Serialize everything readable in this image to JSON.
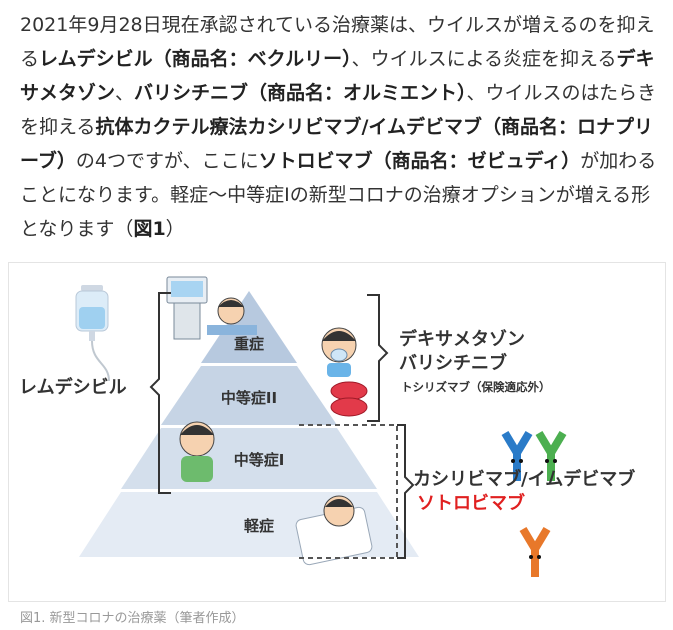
{
  "article": {
    "segments": [
      {
        "text": "2021年9月28日現在承認されている治療薬は、ウイルスが増えるのを抑える",
        "bold": false
      },
      {
        "text": "レムデシビル（商品名：ベクルリー）",
        "bold": true
      },
      {
        "text": "、ウイルスによる炎症を抑える",
        "bold": false
      },
      {
        "text": "デキサメタゾン",
        "bold": true
      },
      {
        "text": "、",
        "bold": false
      },
      {
        "text": "バリシチニブ（商品名：オルミエント）",
        "bold": true
      },
      {
        "text": "、ウイルスのはたらきを抑える",
        "bold": false
      },
      {
        "text": "抗体カクテル療法カシリビマブ/イムデビマブ（商品名：ロナプリーブ）",
        "bold": true
      },
      {
        "text": "の4つですが、ここに",
        "bold": false
      },
      {
        "text": "ソトロビマブ（商品名：ゼビュディ）",
        "bold": true
      },
      {
        "text": "が加わることになります。軽症～中等症Iの新型コロナの治療オプションが増える形となります（",
        "bold": false
      },
      {
        "text": "図1",
        "bold": true
      },
      {
        "text": "）",
        "bold": false
      }
    ]
  },
  "figure": {
    "levels": {
      "severe": "重症",
      "moderate2": "中等症II",
      "moderate1": "中等症I",
      "mild": "軽症"
    },
    "left_drug": "レムデシビル",
    "right_top": {
      "line1": "デキサメタゾン",
      "line2": "バリシチニブ",
      "note": "トシリズマブ（保険適応外）"
    },
    "right_bottom": {
      "line1": "カシリビマブ/イムデビマブ",
      "line2": "ソトロビマブ"
    },
    "colors": {
      "pyramid_top": "#b7c9df",
      "pyramid_bottom": "#e4ebf4",
      "highlight_red": "#e02020",
      "antibody_blue": "#2a7bc8",
      "antibody_green": "#4caf50",
      "antibody_orange": "#e8782a"
    }
  },
  "caption": "図1. 新型コロナの治療薬（筆者作成）"
}
